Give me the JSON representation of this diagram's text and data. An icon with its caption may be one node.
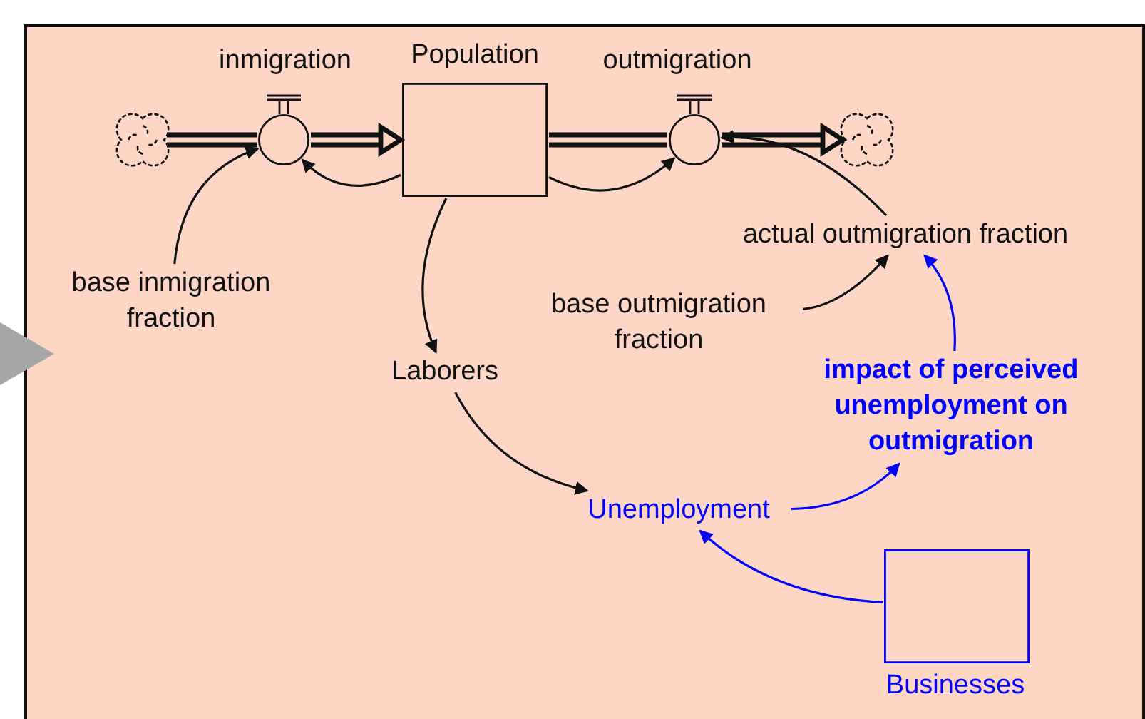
{
  "diagram": {
    "nodes": [
      {
        "text": [],
        "shape": "cloud"
      },
      {
        "text": [
          "inmigration"
        ]
      },
      {
        "text": [
          "Population"
        ]
      },
      {
        "text": [
          "outmigration"
        ]
      },
      {
        "text": [],
        "shape": "cloud"
      },
      {
        "text": [
          "base inmigration fraction"
        ]
      },
      {
        "text": [
          "actual outmigration fraction"
        ]
      },
      {
        "text": [
          "base outmigration fraction"
        ]
      },
      {
        "text": [
          "Laborers"
        ]
      },
      {
        "text": [
          "impact of perceived unemployment on outmigration"
        ]
      },
      {
        "text": [
          "Unemployment"
        ]
      },
      {
        "text": [
          "Businesses"
        ]
      }
    ],
    "edges": [
      {
        "from": 0,
        "to": 1,
        "arrow": "none",
        "style": "thick"
      },
      {
        "from": 1,
        "to": 2,
        "arrow": "to",
        "style": "thick"
      },
      {
        "from": 2,
        "to": 3,
        "arrow": "none",
        "style": "thick"
      },
      {
        "from": 3,
        "to": 4,
        "arrow": "to",
        "style": "thick"
      },
      {
        "from": 2,
        "to": 1,
        "arrow": "to"
      },
      {
        "from": 5,
        "to": 1,
        "arrow": "to"
      },
      {
        "from": 2,
        "to": 3,
        "arrow": "to"
      },
      {
        "from": 6,
        "to": 3,
        "arrow": "to"
      },
      {
        "from": 7,
        "to": 6,
        "arrow": "to"
      },
      {
        "from": 2,
        "to": 8,
        "arrow": "to"
      },
      {
        "from": 8,
        "to": 10,
        "arrow": "to"
      },
      {
        "from": 10,
        "to": 9,
        "arrow": "to",
        "color": "#0000ff"
      },
      {
        "from": 9,
        "to": 6,
        "arrow": "to",
        "color": "#0000ff"
      },
      {
        "from": 11,
        "to": 10,
        "arrow": "to",
        "color": "#0000ff"
      }
    ]
  }
}
